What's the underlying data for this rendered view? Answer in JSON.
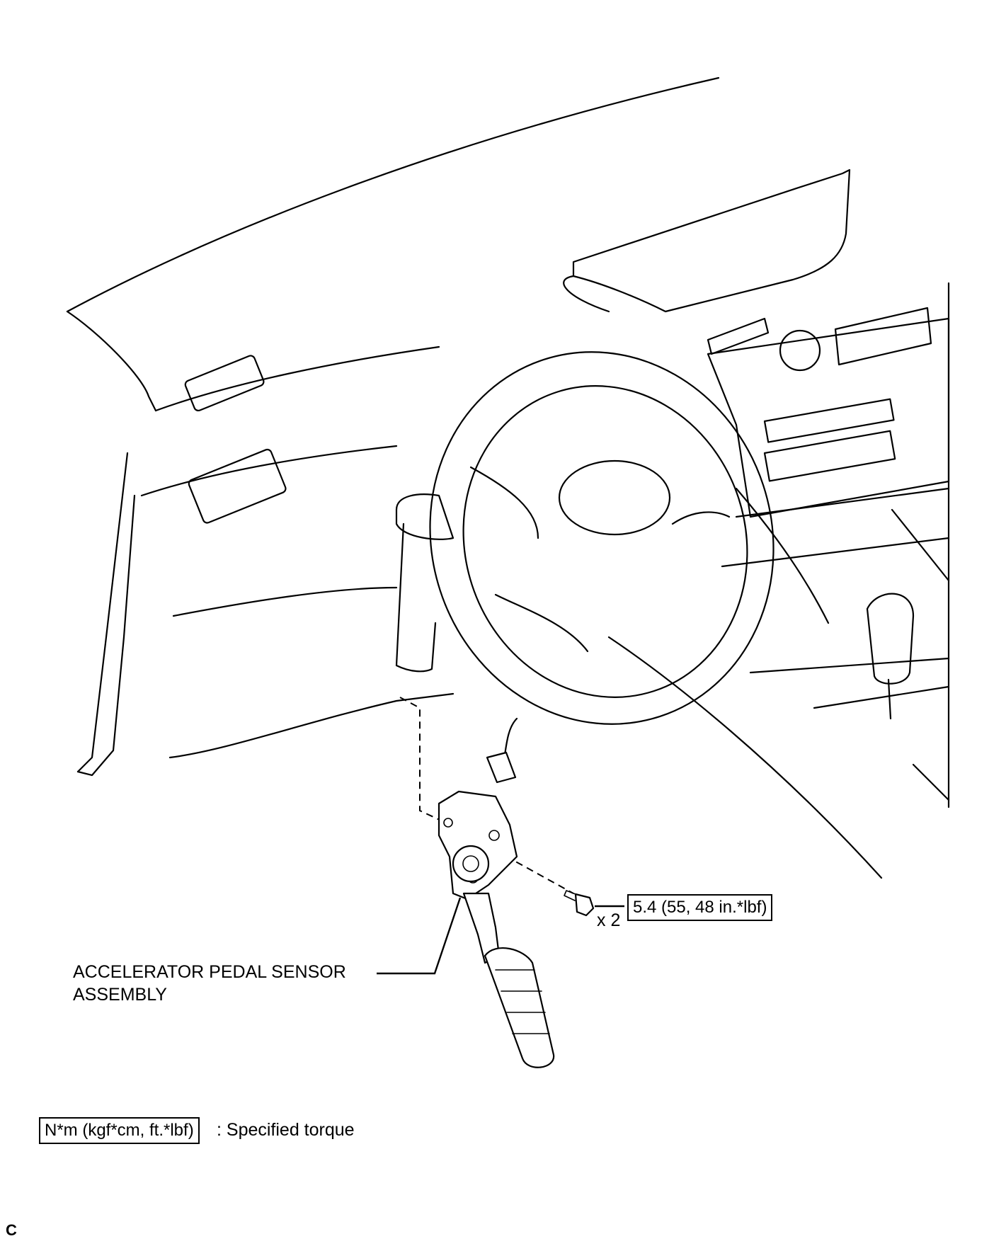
{
  "part_label": {
    "line1": "ACCELERATOR PEDAL SENSOR",
    "line2": "ASSEMBLY"
  },
  "torque_value": "5.4 (55, 48 in.*lbf)",
  "bolt_count": "x 2",
  "legend": {
    "box_text": "N*m (kgf*cm, ft.*lbf)",
    "description": ": Specified torque"
  },
  "corner_code": "C"
}
